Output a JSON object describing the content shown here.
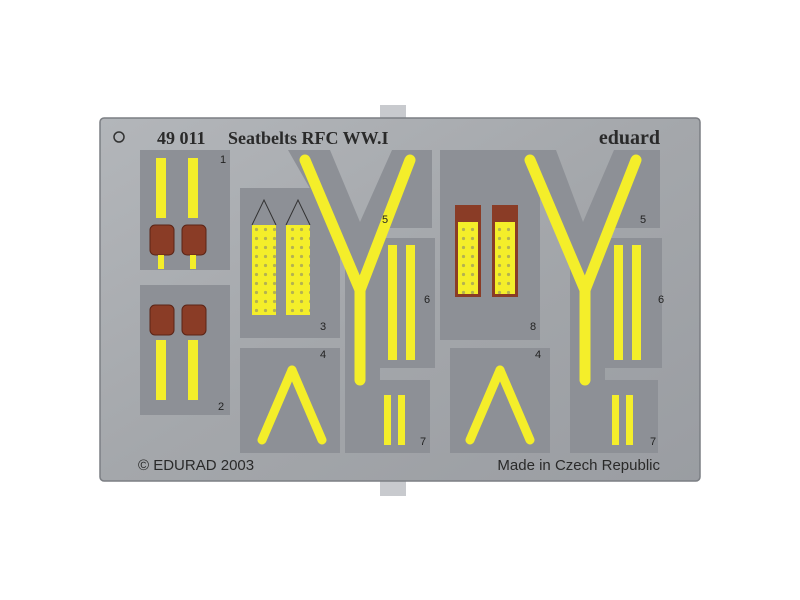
{
  "fret": {
    "product_number": "49 011",
    "product_title": "Seatbelts RFC WW.I",
    "brand": "eduard",
    "copyright": "© EDURAD 2003",
    "origin": "Made in Czech Republic",
    "part_numbers": {
      "p1": "1",
      "p2": "2",
      "p3": "3",
      "p4": "4",
      "p5": "5",
      "p6": "6",
      "p7": "7",
      "p8": "8"
    }
  },
  "colors": {
    "frame": "#a7aaae",
    "panel": "#8d9096",
    "belt": "#f4ee2a",
    "leather": "#8a3c26"
  }
}
